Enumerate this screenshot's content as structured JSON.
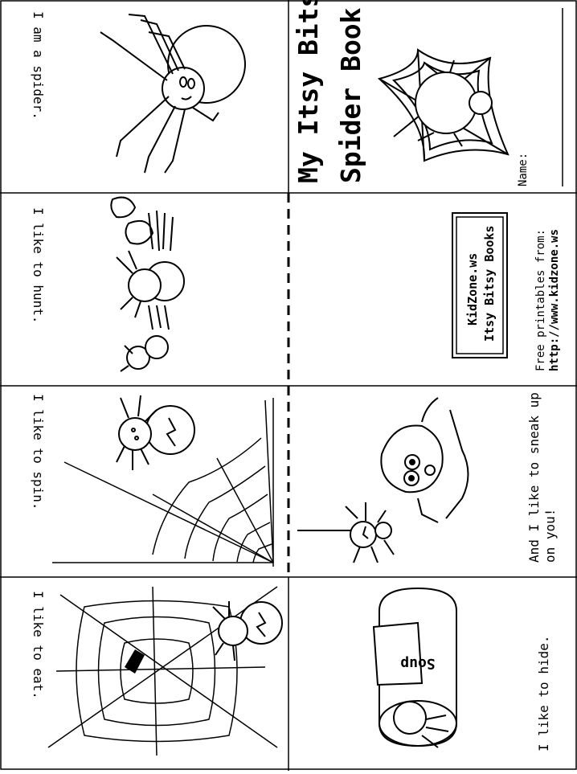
{
  "book": {
    "title_line1": "My Itsy Bitsy",
    "title_line2": "Spider Book",
    "name_label": "Name:"
  },
  "pages": {
    "spider": "I am a spider.",
    "hunt": "I like to hunt.",
    "spin": "I like to spin.",
    "eat": "I like to eat.",
    "sneak_line1": "And I like to sneak up",
    "sneak_line2": "on you!",
    "hide": "I like to hide."
  },
  "credits": {
    "box_line1": "KidZone.ws",
    "box_line2": "Itsy Bitsy Books",
    "free_line1": "Free printables from:",
    "free_line2": "http://www.kidzone.ws"
  },
  "can_label": "Soup"
}
